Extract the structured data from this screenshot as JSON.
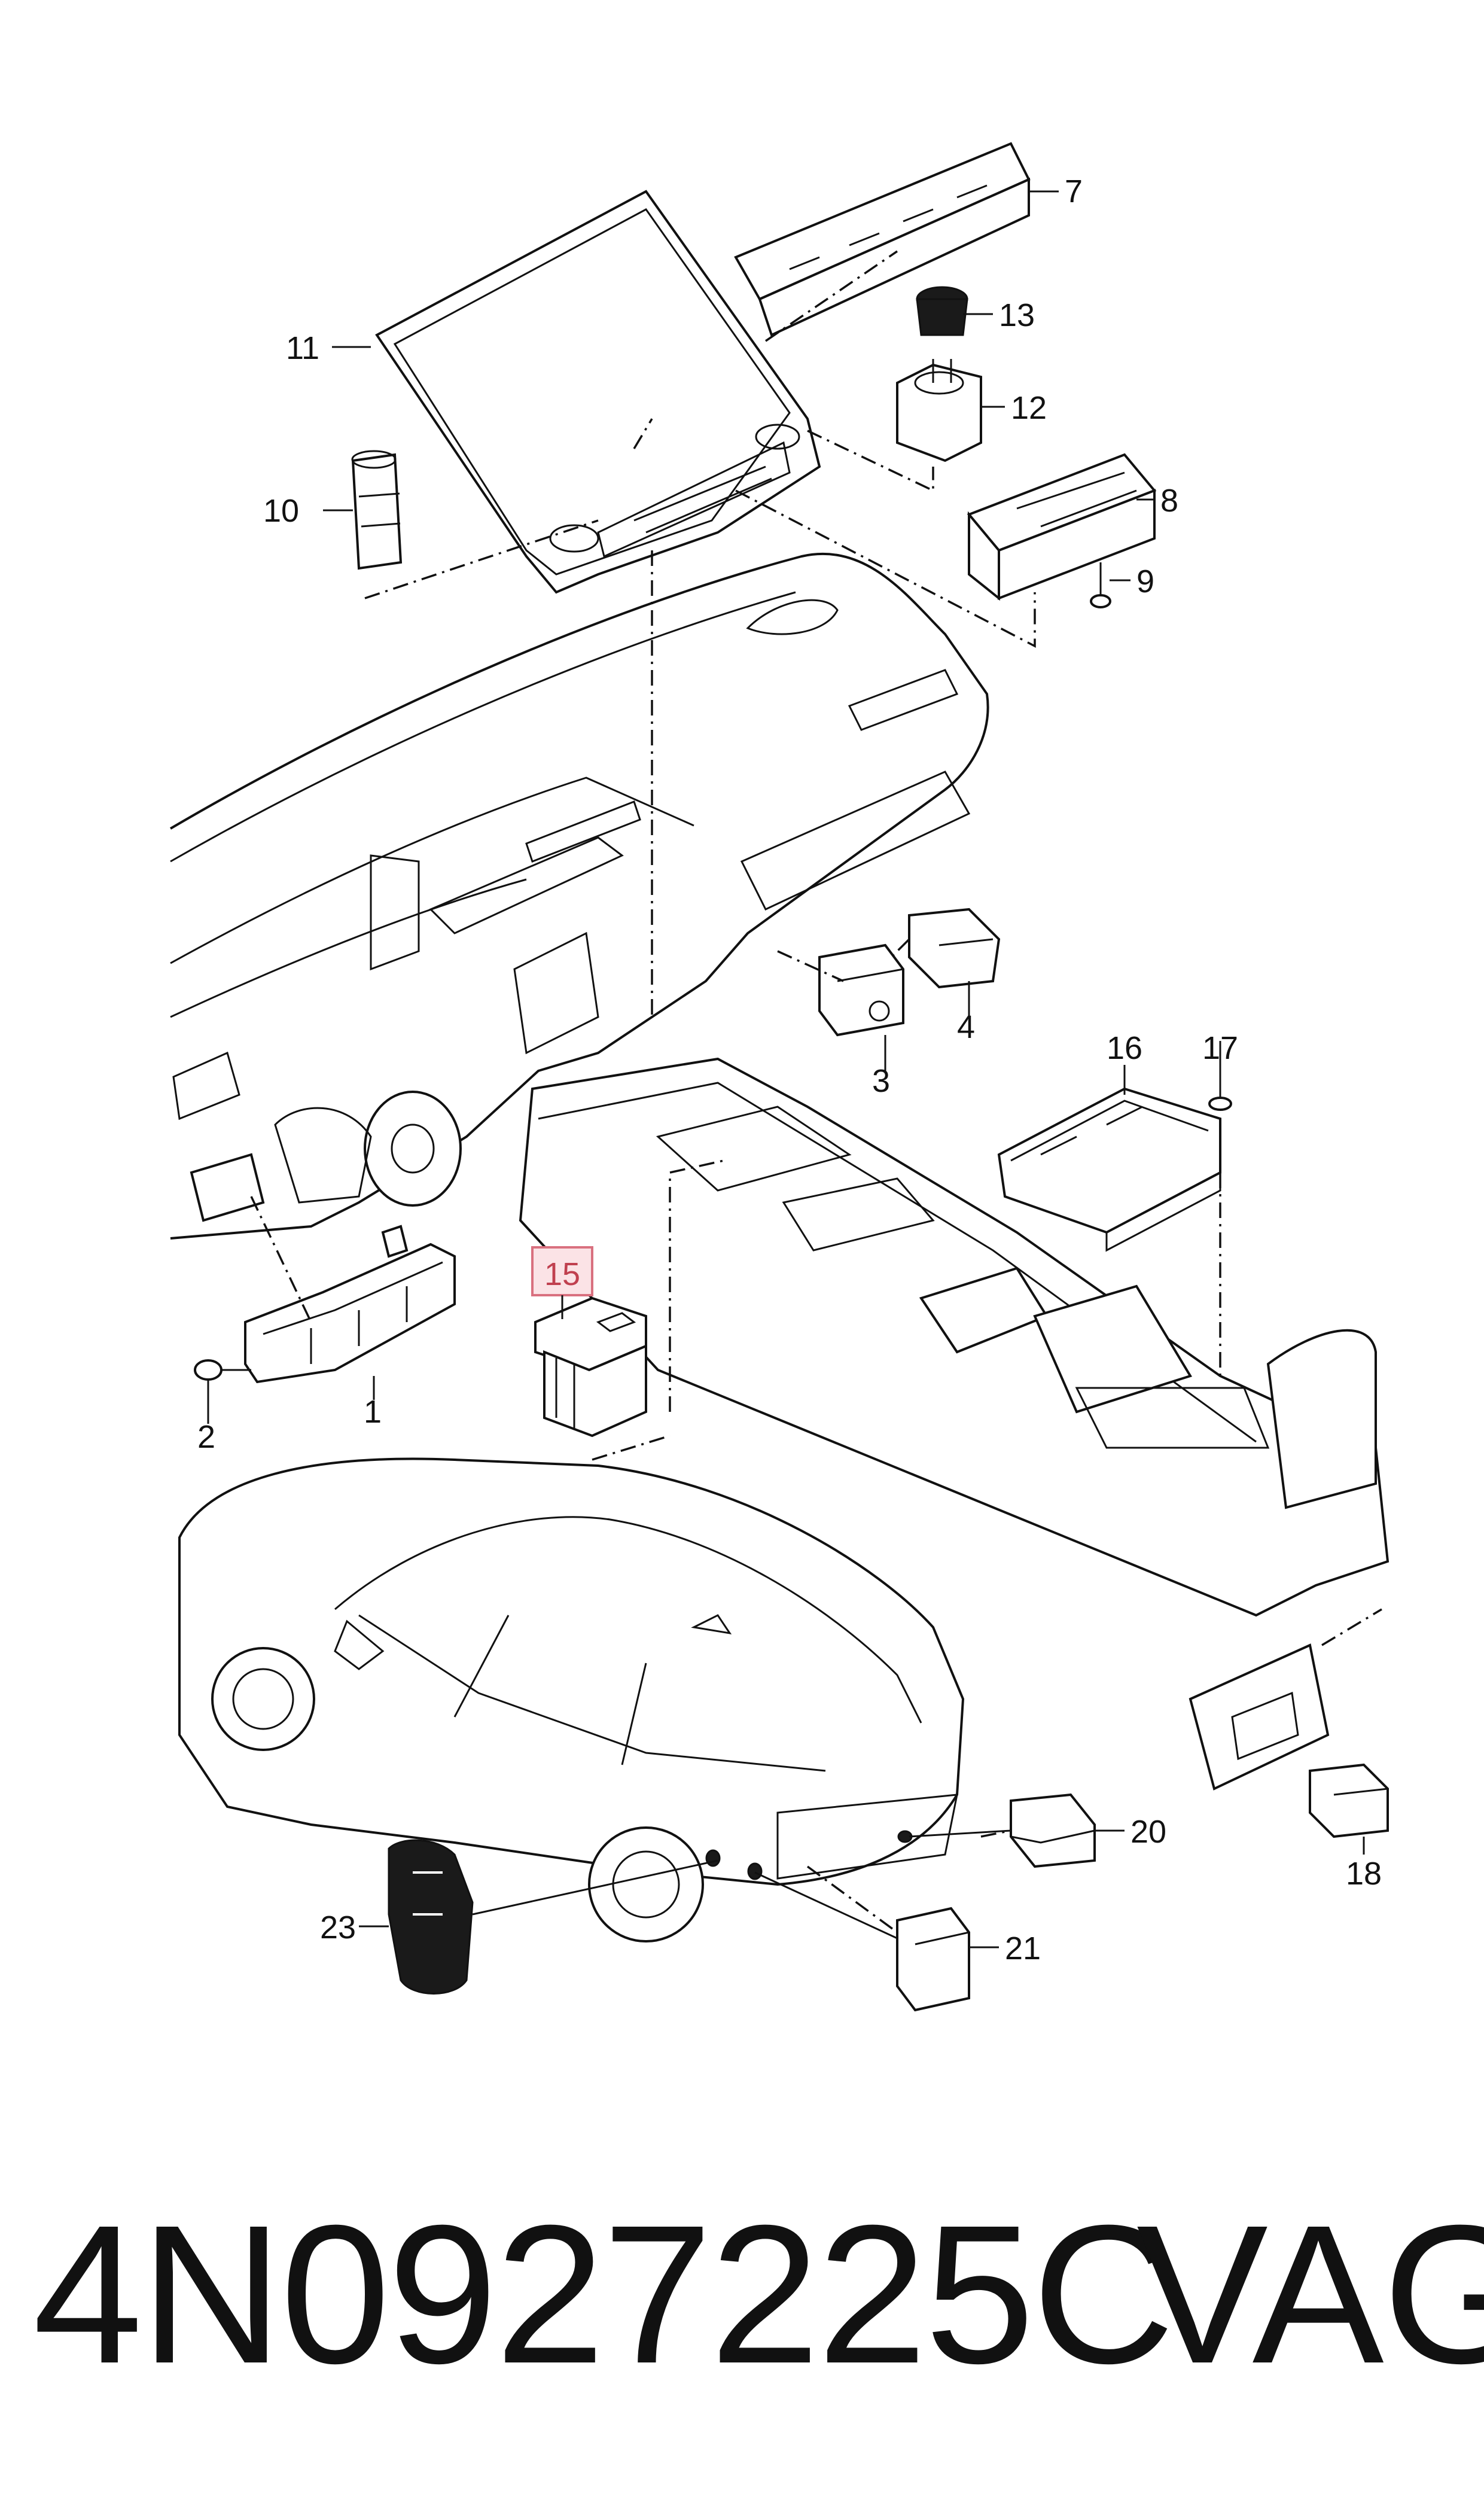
{
  "callouts": {
    "c1": "1",
    "c2": "2",
    "c3": "3",
    "c4": "4",
    "c7": "7",
    "c8": "8",
    "c9": "9",
    "c10": "10",
    "c11": "11",
    "c12": "12",
    "c13": "13",
    "c15": "15",
    "c16": "16",
    "c17": "17",
    "c18": "18",
    "c20": "20",
    "c21": "21",
    "c23": "23"
  },
  "highlighted_callout": "15",
  "highlight_color": "#fbe3e6",
  "caption": {
    "part_number": "4N0927225C",
    "brand": "VAG"
  }
}
